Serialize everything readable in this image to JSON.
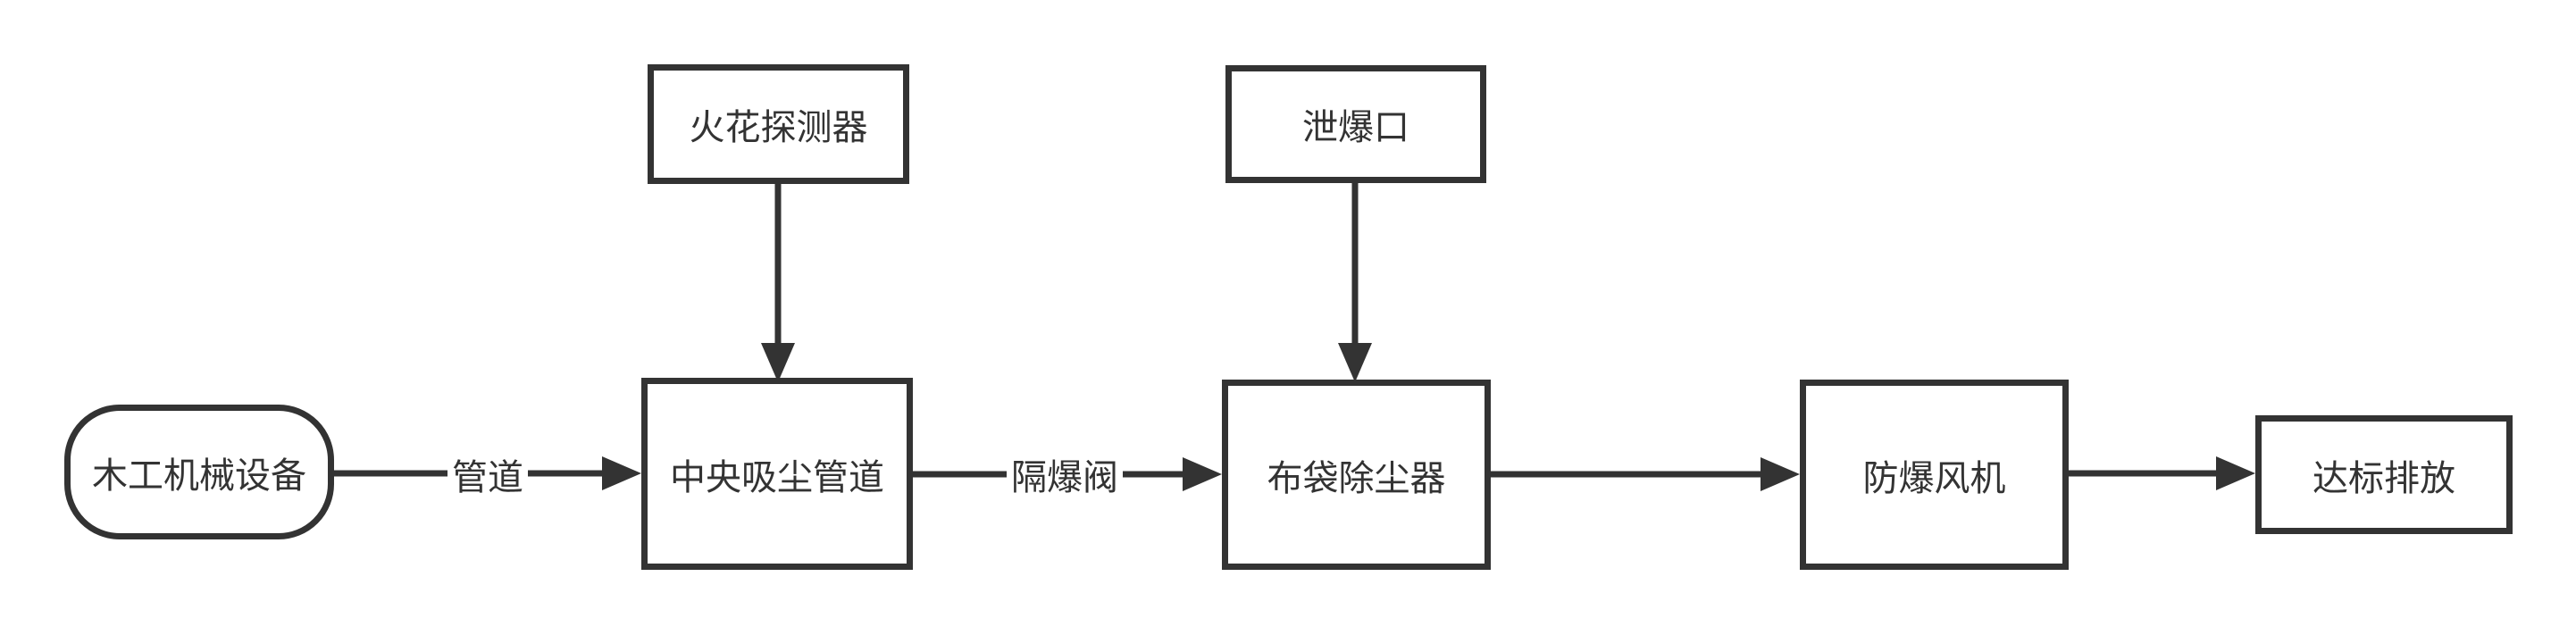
{
  "diagram": {
    "background_color": "#ffffff",
    "stroke_color": "#333333",
    "text_color": "#333333",
    "nodes": [
      {
        "id": "source",
        "label": "木工机械设备",
        "shape": "rounded"
      },
      {
        "id": "spark-detector",
        "label": "火花探测器",
        "shape": "rect"
      },
      {
        "id": "central-duct",
        "label": "中央吸尘管道",
        "shape": "rect"
      },
      {
        "id": "explosion-vent",
        "label": "泄爆口",
        "shape": "rect"
      },
      {
        "id": "bag-filter",
        "label": "布袋除尘器",
        "shape": "rect"
      },
      {
        "id": "fan",
        "label": "防爆风机",
        "shape": "rect"
      },
      {
        "id": "discharge",
        "label": "达标排放",
        "shape": "rect"
      }
    ],
    "edge_labels": [
      {
        "id": "pipe",
        "label": "管道"
      },
      {
        "id": "isolation-valve",
        "label": "隔爆阀"
      }
    ]
  }
}
